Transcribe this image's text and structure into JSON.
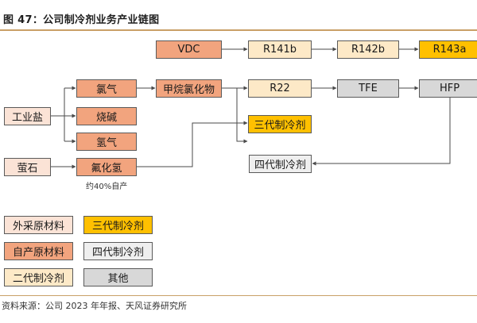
{
  "title": "图 47：公司制冷剂业务产业链图",
  "source": "资料来源：公司 2023 年年报、天风证券研究所",
  "colors": {
    "self_produced": "#f2a47e",
    "purchased": "#fbe3d6",
    "gen3": "#ffc000",
    "gen4": "#efefef",
    "gen2": "#fde9c7",
    "other": "#d8d8d8",
    "accent_rule": "#c9a067"
  },
  "nodes": {
    "vdc": "VDC",
    "r141b": "R141b",
    "r142b": "R142b",
    "r143a": "R143a",
    "industrial_salt": "工业盐",
    "chlorine": "氯气",
    "caustic_soda": "烧碱",
    "hydrogen": "氢气",
    "methane_chloride": "甲烷氯化物",
    "r22": "R22",
    "tfe": "TFE",
    "hfp": "HFP",
    "gen3_refrigerant": "三代制冷剂",
    "gen4_refrigerant": "四代制冷剂",
    "fluorite": "萤石",
    "hydrogen_fluoride": "氟化氢"
  },
  "note_hf": "约40%自产",
  "legend": {
    "purchased": "外采原材料",
    "gen3": "三代制冷剂",
    "self_produced": "自产原材料",
    "gen4": "四代制冷剂",
    "gen2": "二代制冷剂",
    "other": "其他"
  }
}
